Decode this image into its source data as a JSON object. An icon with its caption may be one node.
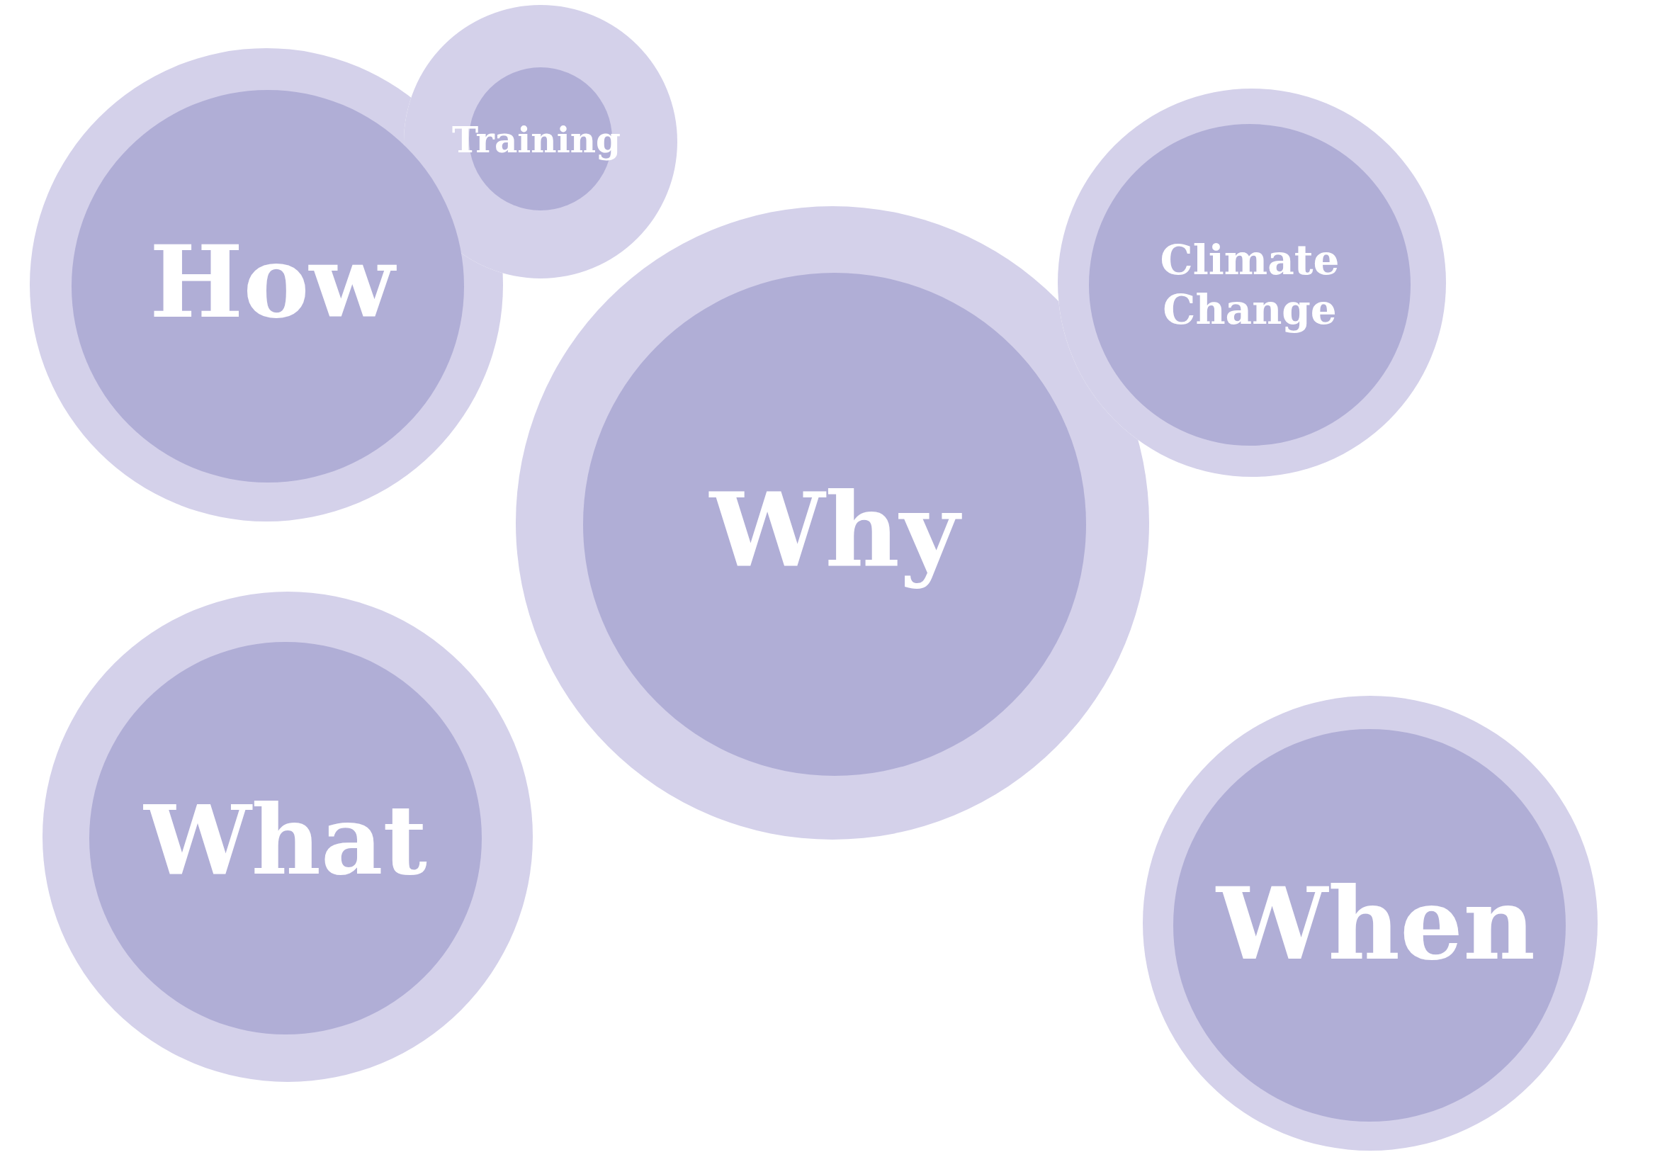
{
  "diagram": {
    "nodes": [
      {
        "text": [
          "How"
        ]
      },
      {
        "text": [
          "Training"
        ]
      },
      {
        "text": [
          "Climate Change"
        ]
      },
      {
        "text": [
          "Why"
        ]
      },
      {
        "text": [
          "What"
        ]
      },
      {
        "text": [
          "When"
        ]
      }
    ]
  }
}
